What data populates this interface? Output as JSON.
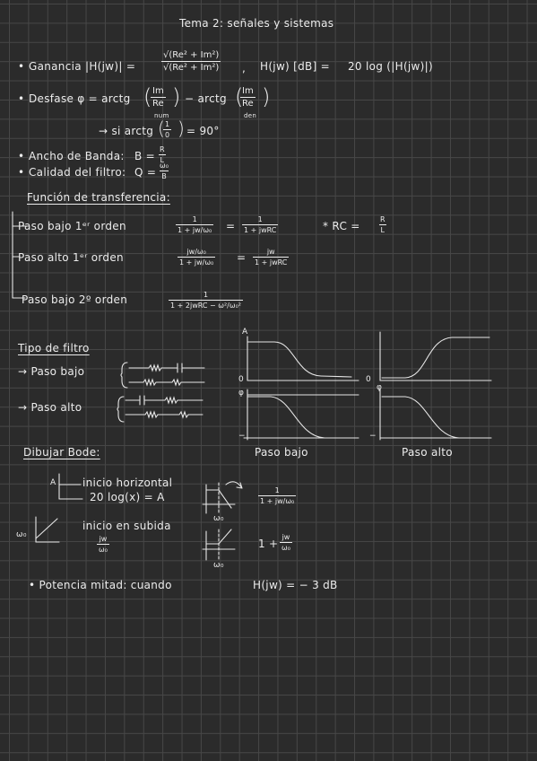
{
  "title": "Tema 2: señales y sistemas",
  "gain": {
    "label": "Ganancia |H(jw)| =",
    "num": "√(Re² + Im²)",
    "den": "√(Re² + Im²)",
    "db_label": "H(jw) [dB] =",
    "db_expr": "20 log (|H(jw)|)"
  },
  "phase": {
    "label": "Desfase φ = arctg",
    "f1_num": "Im",
    "f1_den": "Re",
    "f1_sub": "num",
    "minus": "− arctg",
    "f2_num": "Im",
    "f2_den": "Re",
    "f2_sub": "den",
    "note": "→ si arctg",
    "note_num": "1",
    "note_den": "0",
    "note_val": "= 90°"
  },
  "bandwidth": {
    "label": "Ancho de Banda:",
    "expr": "B =",
    "num": "R",
    "den": "L"
  },
  "quality": {
    "label": "Calidad del filtro:",
    "expr": "Q =",
    "num": "ω₀",
    "den": "B"
  },
  "transfer": {
    "heading": "Función de transferencia:",
    "low1": {
      "label": "Paso bajo 1ᵉʳ orden",
      "f1_num": "1",
      "f1_den": "1 + jw/ω₀",
      "eq": "=",
      "f2_num": "1",
      "f2_den": "1 + jwRC"
    },
    "rc_note": "* RC =",
    "rc_num": "R",
    "rc_den": "L",
    "high1": {
      "label": "Paso alto 1ᵉʳ orden",
      "f1_num": "jw/ω₀",
      "f1_den": "1 + jw/ω₀",
      "eq": "=",
      "f2_num": "jw",
      "f2_den": "1 + jwRC"
    },
    "low2": {
      "label": "Paso bajo 2º orden",
      "f_num": "1",
      "f_den": "1 + 2jwRC − ω²/ω₀²"
    }
  },
  "filter_type": {
    "heading": "Tipo de filtro",
    "low": "→ Paso bajo",
    "high": "→ Paso alto",
    "graph_a": "A",
    "graph_phi": "φ",
    "graph_zero": "0",
    "graph_minus": "−",
    "low_caption": "Paso bajo",
    "high_caption": "Paso alto"
  },
  "bode": {
    "heading": "Dibujar Bode:",
    "a_label": "A",
    "w0_label": "ω₀",
    "line1": "inicio horizontal",
    "line2": "20 log(x) = A",
    "line3": "inicio en subida",
    "frac_num": "jw",
    "frac_den": "ω₀",
    "plot_w0": "ω₀",
    "r1_num": "1",
    "r1_den": "1 + jw/ω₀",
    "r2_pre": "1 +",
    "r2_num": "jw",
    "r2_den": "ω₀"
  },
  "power": {
    "label": "• Potencia mitad: cuando",
    "expr": "H(jw) = − 3 dB"
  }
}
